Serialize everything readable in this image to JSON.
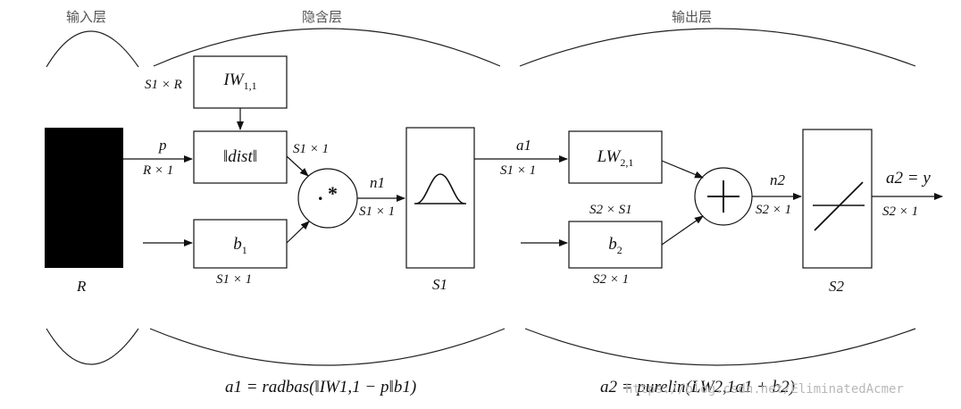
{
  "headers": {
    "input_layer": "输入层",
    "hidden_layer": "隐含层",
    "output_layer": "输出层"
  },
  "input": {
    "block_label": "R",
    "p_label": "p",
    "p_dim": "R × 1"
  },
  "hidden": {
    "iw_dim": "S1 × R",
    "iw_main": "IW",
    "iw_sub": "1,1",
    "dist_label": "‖dist‖",
    "dist_out_dim": "S1 × 1",
    "bias_main": "b",
    "bias_sub": "1",
    "bias_dim": "S1 × 1",
    "n1_label": "n1",
    "n1_dim": "S1 × 1",
    "radbas_size": "S1",
    "mult_symbol": ". *"
  },
  "output": {
    "a1_label": "a1",
    "a1_dim": "S1 × 1",
    "lw_main": "LW",
    "lw_sub": "2,1",
    "lw_dim": "S2 × S1",
    "bias_main": "b",
    "bias_sub": "2",
    "bias_dim": "S2 × 1",
    "n2_label": "n2",
    "n2_dim": "S2 × 1",
    "purelin_size": "S2",
    "a2_label": "a2 = y",
    "a2_dim": "S2 × 1"
  },
  "equations": {
    "hidden": "a1 = radbas(‖IW1,1 − p‖b1)",
    "output": "a2 = purelin(LW2,1a1 + b2)"
  },
  "watermark": "https://blog.csdn.net/EliminatedAcmer"
}
